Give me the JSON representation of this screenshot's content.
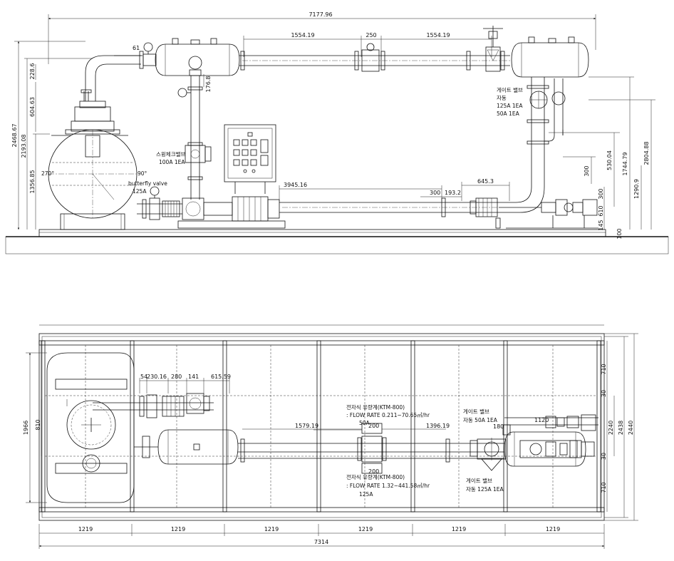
{
  "elevation_view": {
    "overall_length": "7177.96",
    "pipe_seg_left": "1554.19",
    "pipe_gap": "250",
    "pipe_seg_right": "1554.19",
    "offset_61": "61",
    "dim_228": "228.6",
    "dim_604": "604.63",
    "dim_2468": "2468.67",
    "dim_2193": "2193.08",
    "dim_1356": "1356.85",
    "dim_176": "176.8",
    "dim_3945": "3945.16",
    "dim_300a": "300",
    "dim_193": "193.2",
    "dim_645": "645.3",
    "dim_530": "530.04",
    "dim_300b": "300",
    "dim_1744": "1744.79",
    "dim_2804": "2804.88",
    "dim_1290": "1290.9",
    "dim_300c": "300",
    "dim_610": "610",
    "dim_145": "145",
    "dim_100": "100",
    "check_valve_label": "스윙체크밸브",
    "check_valve_spec": "100A 1EA",
    "butterfly_label": "butterfly valve",
    "butterfly_spec": "125A",
    "gate_valve_label": "게이트 밸브",
    "gate_valve_auto": "자동",
    "gate_valve_125": "125A 1EA",
    "gate_valve_50": "50A 1EA"
  },
  "plan_view": {
    "bay_widths": [
      "1219",
      "1219",
      "1219",
      "1219",
      "1219",
      "1219"
    ],
    "overall_length": "7314",
    "dim_1966": "1966",
    "dim_810": "810",
    "dim_54": "54",
    "dim_230": "230.16",
    "dim_280": "280",
    "dim_141": "141",
    "dim_615": "615.59",
    "dim_1579": "1579.19",
    "dim_200a": "200",
    "dim_200b": "200",
    "dim_1396": "1396.19",
    "dim_1120": "1120",
    "dim_180": "180",
    "dim_710a": "710",
    "dim_710b": "710",
    "dim_2240": "2240",
    "dim_2438": "2438",
    "dim_2440": "2440",
    "dim_30a": "30",
    "dim_30b": "30",
    "flowmeter_top_title": "전자식 유량계(KTM-800)",
    "flowmeter_top_rate": ": FLOW RATE 0.211~70.65㎥/hr",
    "flowmeter_top_size": "50A",
    "flowmeter_bot_title": "전자식 유량계(KTM-800)",
    "flowmeter_bot_rate": ": FLOW RATE 1.32~441.58㎥/hr",
    "flowmeter_bot_size": "125A",
    "gate_top_label": "게이트 밸브",
    "gate_top_spec": "자동 50A 1EA",
    "gate_bot_label": "게이트 밸브",
    "gate_bot_spec": "자동 125A 1EA"
  }
}
